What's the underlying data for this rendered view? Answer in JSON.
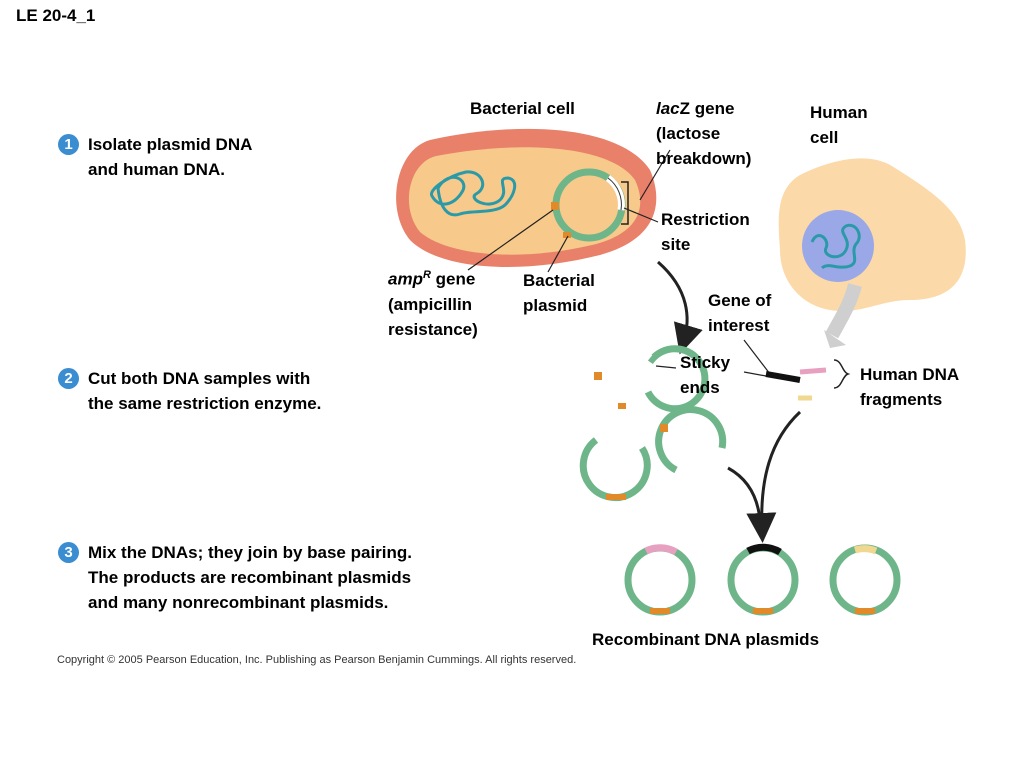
{
  "title": "LE 20-4_1",
  "steps": [
    {
      "number": "1",
      "text_line1": "Isolate plasmid DNA",
      "text_line2": "and human DNA."
    },
    {
      "number": "2",
      "text_line1": "Cut both DNA samples with",
      "text_line2": "the same restriction enzyme."
    },
    {
      "number": "3",
      "text_line1": "Mix the DNAs; they join by base pairing.",
      "text_line2": "The products are recombinant plasmids",
      "text_line3": "and many nonrecombinant plasmids."
    }
  ],
  "labels": {
    "bacterial_cell": "Bacterial cell",
    "lacz_italic": "lac",
    "lacz_rest": "Z gene",
    "lacz_line2": "(lactose",
    "lacz_line3": "breakdown)",
    "human_cell_line1": "Human",
    "human_cell_line2": "cell",
    "restriction_line1": "Restriction",
    "restriction_line2": "site",
    "amp_italic": "amp",
    "amp_sup": "R",
    "amp_rest": " gene",
    "amp_line2": "(ampicillin",
    "amp_line3": "resistance)",
    "plasmid_line1": "Bacterial",
    "plasmid_line2": "plasmid",
    "gene_line1": "Gene of",
    "gene_line2": "interest",
    "sticky_line1": "Sticky",
    "sticky_line2": "ends",
    "fragments_line1": "Human DNA",
    "fragments_line2": "fragments",
    "recombinant": "Recombinant DNA plasmids"
  },
  "copyright": "Copyright © 2005 Pearson Education, Inc. Publishing as Pearson Benjamin Cummings. All rights reserved.",
  "colors": {
    "cell_outer": "#e8806a",
    "cell_inner": "#f7c98a",
    "plasmid_green": "#6fb58a",
    "amp_orange": "#e08a2a",
    "human_cell": "#fbd9a8",
    "nucleus": "#9aa8e8",
    "dna_teal": "#2b9aa8",
    "pink_fragment": "#e8a0c0",
    "yellow_fragment": "#f0d890",
    "step_badge": "#3a8dd0"
  }
}
